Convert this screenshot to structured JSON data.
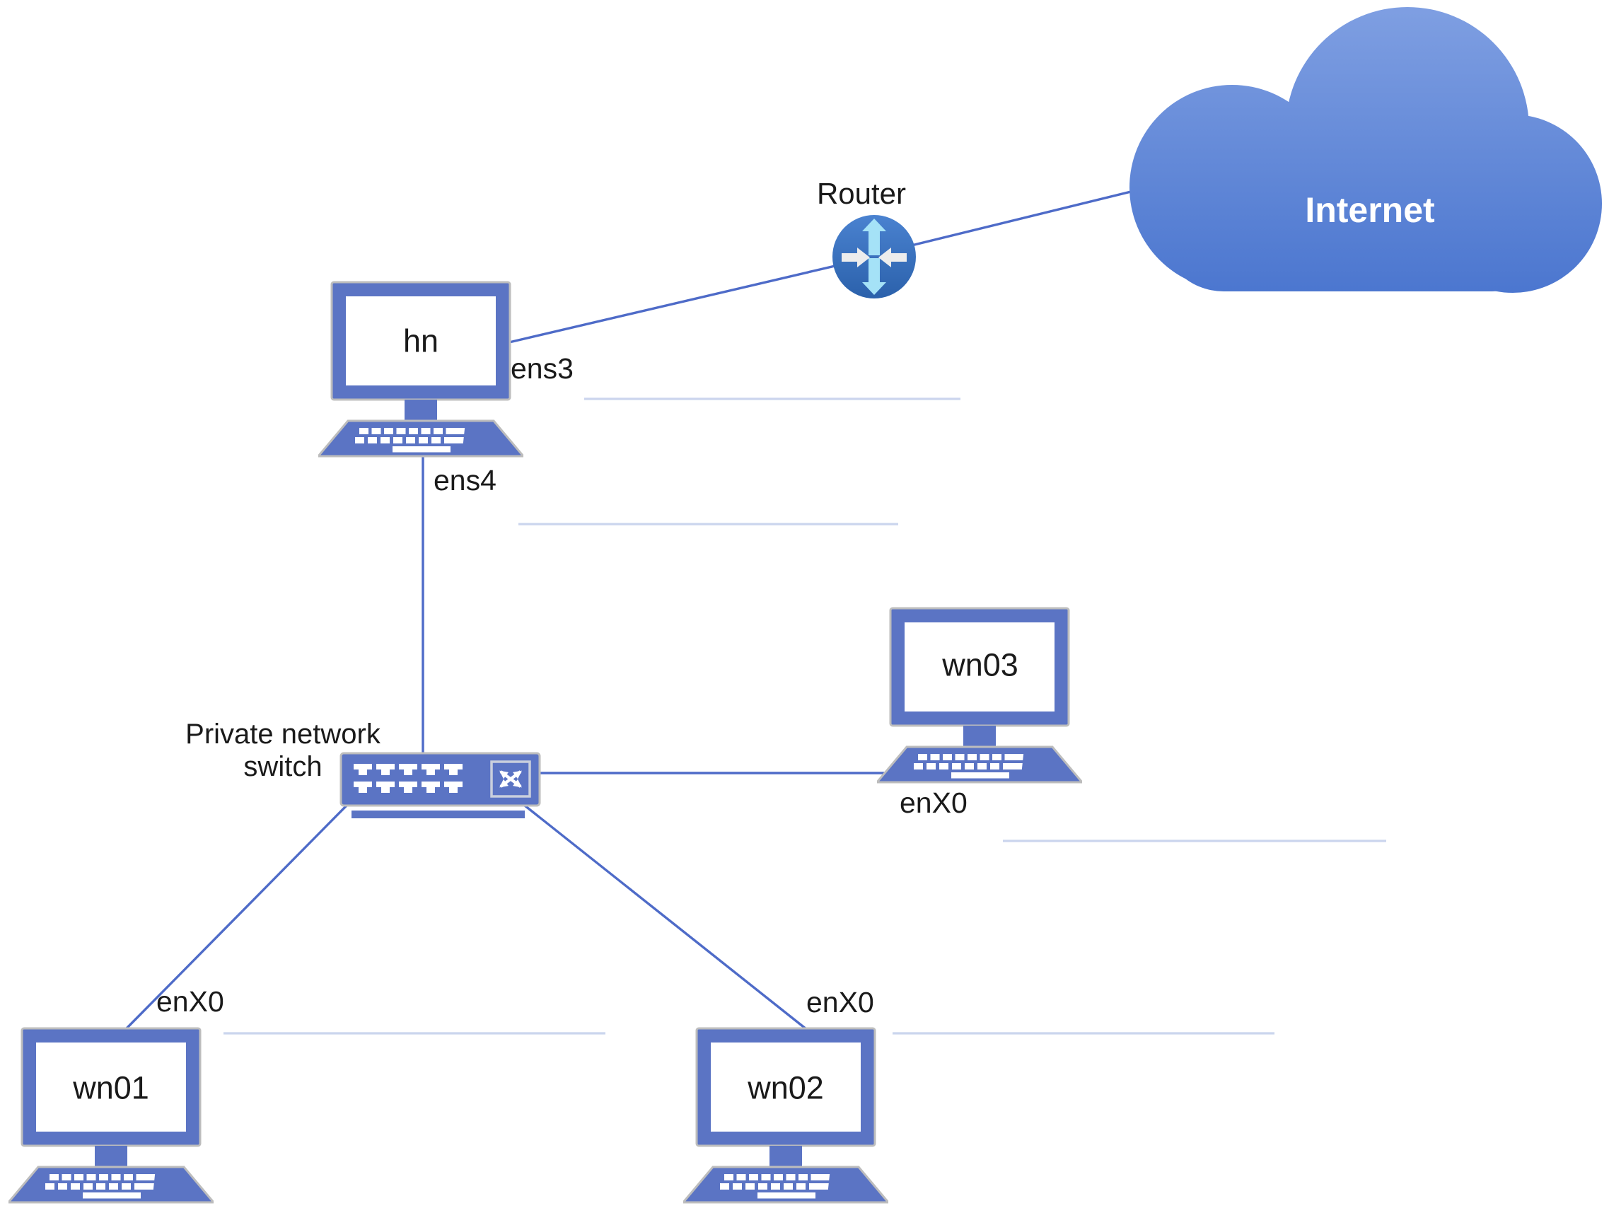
{
  "labels": {
    "internet": "Internet",
    "router": "Router",
    "switch_line1": "Private network",
    "switch_line2": "switch",
    "hn": "hn",
    "hn_if_up": "ens3",
    "hn_if_down": "ens4",
    "wn01": "wn01",
    "wn01_if": "enX0",
    "wn02": "wn02",
    "wn02_if": "enX0",
    "wn03": "wn03",
    "wn03_if": "enX0"
  },
  "topology": {
    "nodes": [
      "Internet",
      "Router",
      "hn",
      "Private network switch",
      "wn01",
      "wn02",
      "wn03"
    ],
    "links": [
      {
        "from": "hn",
        "to": "Router",
        "interface": "ens3"
      },
      {
        "from": "Router",
        "to": "Internet",
        "interface": ""
      },
      {
        "from": "hn",
        "to": "Private network switch",
        "interface": "ens4"
      },
      {
        "from": "Private network switch",
        "to": "wn01",
        "interface": "enX0"
      },
      {
        "from": "Private network switch",
        "to": "wn02",
        "interface": "enX0"
      },
      {
        "from": "Private network switch",
        "to": "wn03",
        "interface": "enX0"
      }
    ],
    "blank_underlines": 5
  },
  "colors": {
    "node_blue": "#5b74c4",
    "connector_blue": "#4e6bc8",
    "faint_underline": "#cbd5ee",
    "router_fill": "#2b61ab",
    "router_fill_light": "#4a82d0",
    "router_arrow_vertical": "#a5e2f7",
    "router_arrow_horizontal": "#ededed",
    "cloud_top": "#7f9fe2",
    "cloud_bottom": "#4b76cf",
    "label_text": "#1a1a1a",
    "internet_text": "#ffffff",
    "icon_outline": "#bdbdbd"
  }
}
